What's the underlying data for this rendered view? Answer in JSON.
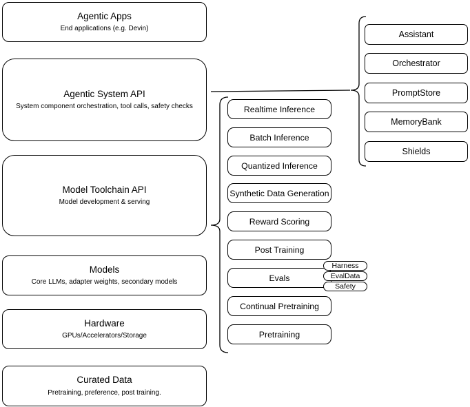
{
  "colors": {
    "stroke": "#000000",
    "fill": "#ffffff",
    "text": "#000000",
    "background": "#ffffff"
  },
  "left_stack": [
    {
      "title": "Agentic Apps",
      "subtitle": "End applications (e.g. Devin)"
    },
    {
      "title": "Agentic System API",
      "subtitle": "System component orchestration, tool calls, safety checks"
    },
    {
      "title": "Model Toolchain API",
      "subtitle": "Model development & serving"
    },
    {
      "title": "Models",
      "subtitle": "Core LLMs, adapter weights, secondary models"
    },
    {
      "title": "Hardware",
      "subtitle": "GPUs/Accelerators/Storage"
    },
    {
      "title": "Curated Data",
      "subtitle": "Pretraining, preference, post training."
    }
  ],
  "toolchain_group": {
    "items": [
      "Realtime Inference",
      "Batch Inference",
      "Quantized Inference",
      "Synthetic Data Generation",
      "Reward Scoring",
      "Post Training",
      "Evals",
      "Continual Pretraining",
      "Pretraining"
    ]
  },
  "eval_tags": [
    "Harness",
    "EvalData",
    "Safety"
  ],
  "system_group": {
    "items": [
      "Assistant",
      "Orchestrator",
      "PromptStore",
      "MemoryBank",
      "Shields"
    ]
  }
}
